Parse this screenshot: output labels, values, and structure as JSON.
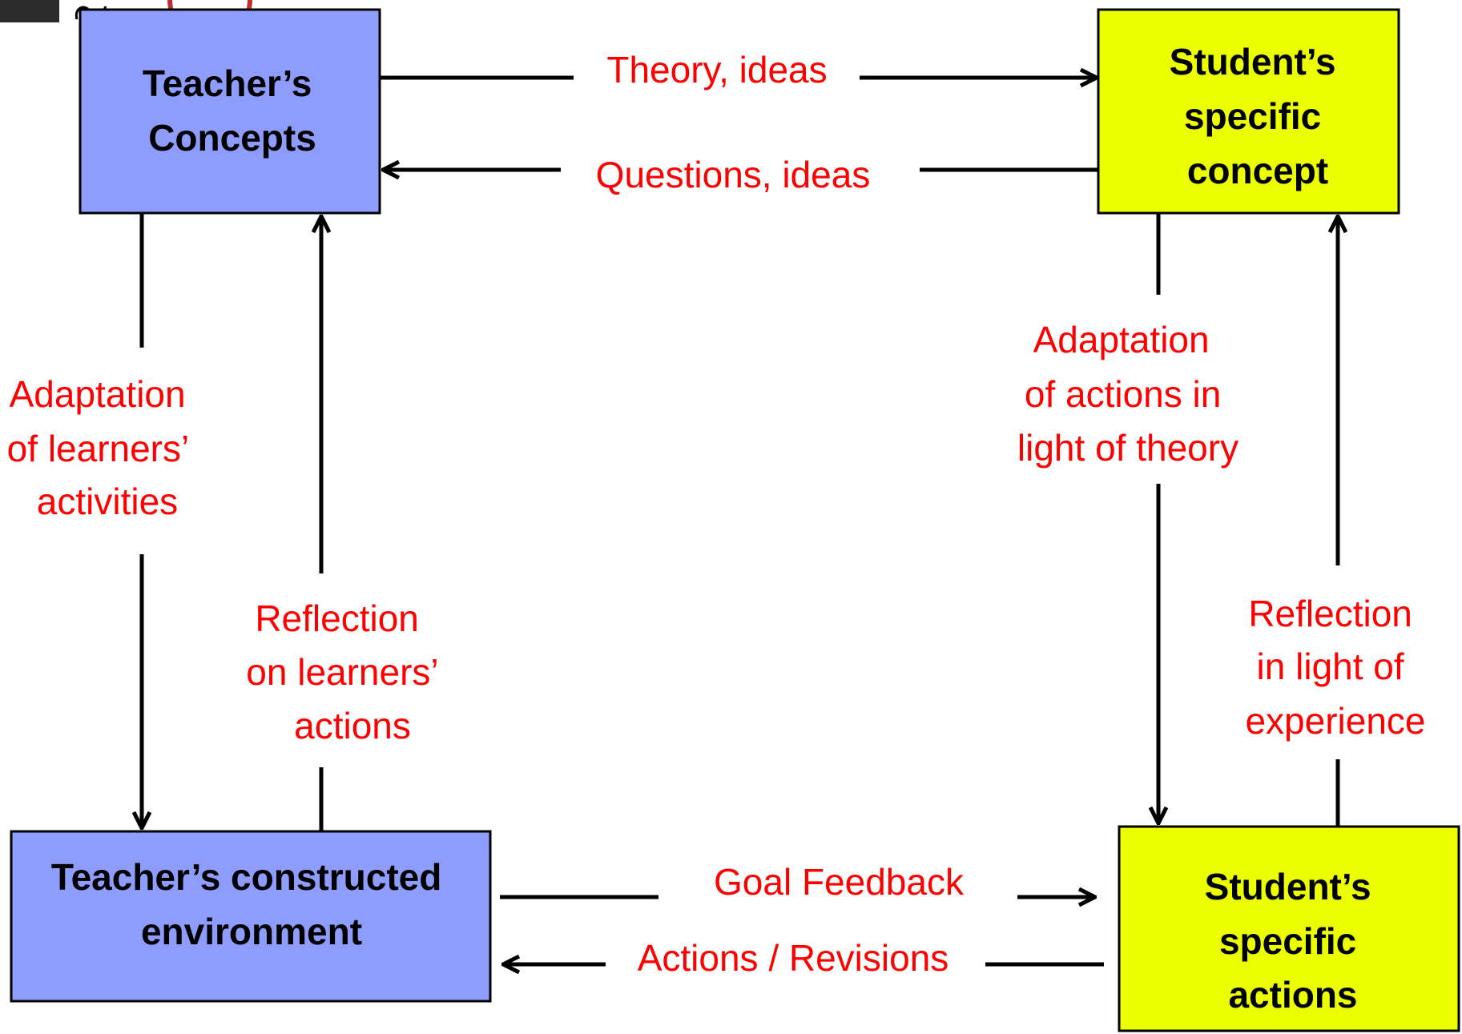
{
  "colors": {
    "teacher_box_fill": "#8e9dfb",
    "student_box_fill": "#ebff00",
    "box_stroke": "#000000",
    "arrow": "#000000",
    "label_text": "#ff0000",
    "box_text": "#000000",
    "background": "#ffffff"
  },
  "boxes": {
    "teacher_concepts": {
      "line1": "Teacher’s",
      "line2": "Concepts"
    },
    "student_concept": {
      "line1": "Student’s",
      "line2": "specific",
      "line3": "concept"
    },
    "teacher_environment": {
      "line1": "Teacher’s constructed",
      "line2": "environment"
    },
    "student_actions": {
      "line1": "Student’s",
      "line2": "specific",
      "line3": "actions"
    }
  },
  "labels": {
    "theory_ideas": "Theory, ideas",
    "questions_ideas": "Questions, ideas",
    "adaptation_learners": {
      "line1": "Adaptation",
      "line2": "of learners’",
      "line3": "activities"
    },
    "reflection_learners": {
      "line1": "Reflection",
      "line2": "on learners’",
      "line3": "actions"
    },
    "adaptation_theory": {
      "line1": "Adaptation",
      "line2": "of actions in",
      "line3": "light of theory"
    },
    "reflection_experience": {
      "line1": "Reflection",
      "line2": "in light of",
      "line3": "experience"
    },
    "goal_feedback": "Goal Feedback",
    "actions_revisions": "Actions / Revisions"
  }
}
